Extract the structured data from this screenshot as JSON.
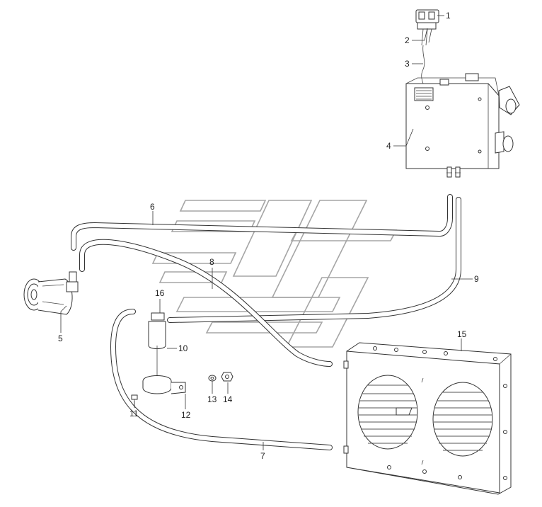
{
  "callouts": {
    "c1": "1",
    "c2": "2",
    "c3": "3",
    "c4": "4",
    "c5": "5",
    "c6": "6",
    "c7": "7",
    "c8": "8",
    "c9": "9",
    "c10": "10",
    "c11": "11",
    "c12": "12",
    "c13": "13",
    "c14": "14",
    "c15": "15",
    "c16": "16"
  },
  "colors": {
    "line": "#333333",
    "watermark": "#888888",
    "background": "#ffffff"
  }
}
